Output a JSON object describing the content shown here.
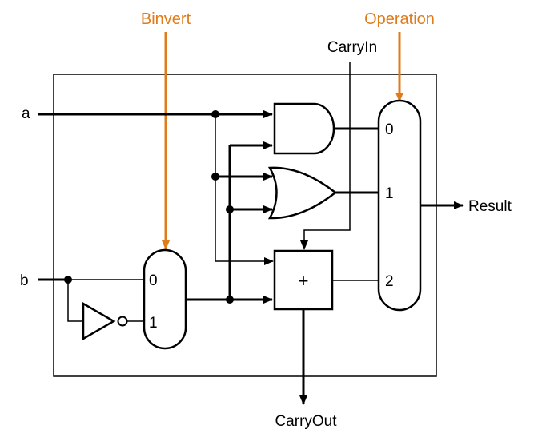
{
  "labels": {
    "binvert": "Binvert",
    "operation": "Operation",
    "carry_in": "CarryIn",
    "carry_out": "CarryOut",
    "result": "Result",
    "input_a": "a",
    "input_b": "b"
  },
  "b_mux": {
    "input0": "0",
    "input1": "1"
  },
  "result_mux": {
    "input0": "0",
    "input1": "1",
    "input2": "2"
  },
  "adder_symbol": "+",
  "colors": {
    "control_accent": "#e07b1a",
    "wire": "#000000"
  }
}
